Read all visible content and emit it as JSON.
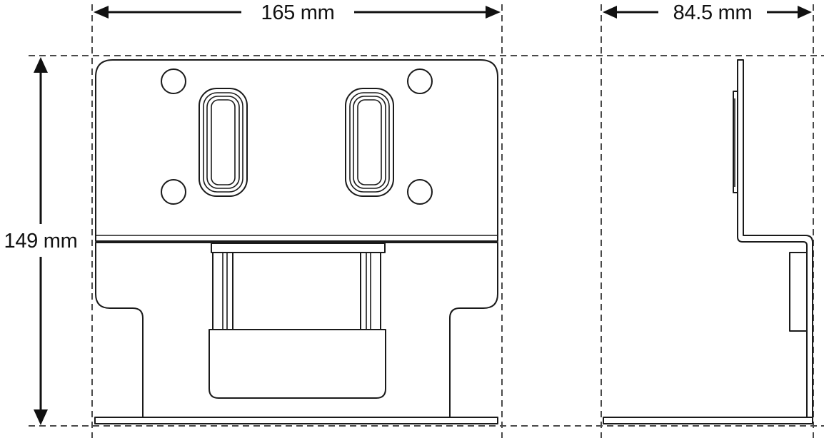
{
  "dimensions": {
    "width_label": "165 mm",
    "depth_label": "84.5 mm",
    "height_label": "149 mm"
  },
  "colors": {
    "line": "#1a1a1a",
    "guide": "#4a4a4a",
    "background": "#ffffff"
  }
}
